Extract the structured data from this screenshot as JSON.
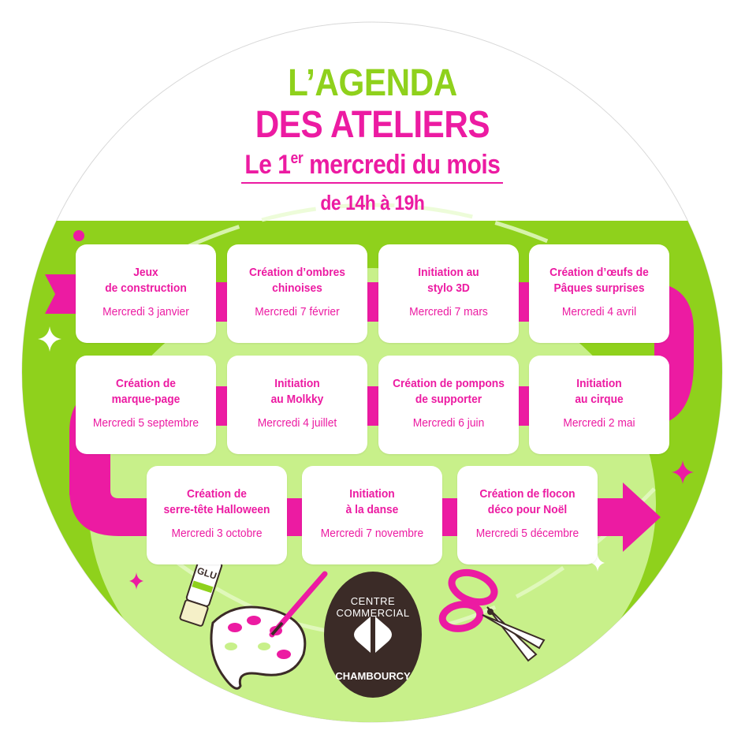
{
  "header": {
    "line1": "L’AGENDA",
    "line2": "DES ATELIERS",
    "line3_pre": "Le 1",
    "line3_sup": "er",
    "line3_post": " mercredi du mois",
    "line4": "de 14h à 19h"
  },
  "workshops": [
    {
      "title1": "Jeux",
      "title2": "de construction",
      "date": "Mercredi 3 janvier"
    },
    {
      "title1": "Création d’ombres",
      "title2": "chinoises",
      "date": "Mercredi 7 février"
    },
    {
      "title1": "Initiation au",
      "title2": "stylo 3D",
      "date": "Mercredi 7 mars"
    },
    {
      "title1": "Création d’œufs de",
      "title2": "Pâques surprises",
      "date": "Mercredi 4 avril"
    },
    {
      "title1": "Création de",
      "title2": "marque-page",
      "date": "Mercredi 5 septembre"
    },
    {
      "title1": "Initiation",
      "title2": "au Molkky",
      "date": "Mercredi 4 juillet"
    },
    {
      "title1": "Création de pompons",
      "title2": "de supporter",
      "date": "Mercredi 6 juin"
    },
    {
      "title1": "Initiation",
      "title2": "au cirque",
      "date": "Mercredi 2 mai"
    },
    {
      "title1": "Création de",
      "title2": "serre-tête Halloween",
      "date": "Mercredi 3 octobre"
    },
    {
      "title1": "Initiation",
      "title2": "à la danse",
      "date": "Mercredi 7 novembre"
    },
    {
      "title1": "Création de flocon",
      "title2": "déco pour Noël",
      "date": "Mercredi 5 décembre"
    }
  ],
  "logo": {
    "line1": "CENTRE",
    "line2": "COMMERCIAL",
    "line3": "CHAMBOURCY"
  },
  "glue_label": "GLU",
  "colors": {
    "green": "#8fd11c",
    "light_green": "#c8f08a",
    "pink": "#ec1ba2",
    "dark": "#3b2b27"
  }
}
